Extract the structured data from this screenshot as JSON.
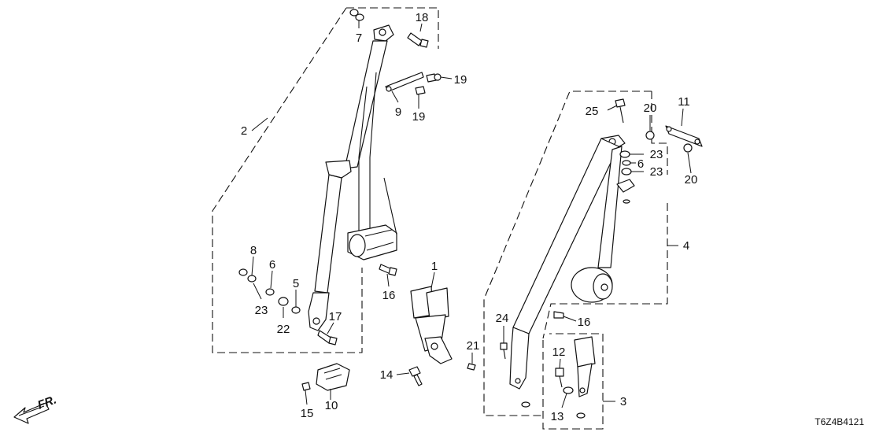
{
  "diagram_code": "T6Z4B4121",
  "direction_label": "FR.",
  "callouts": [
    {
      "id": "c18",
      "text": "18"
    },
    {
      "id": "c7",
      "text": "7"
    },
    {
      "id": "c19a",
      "text": "19"
    },
    {
      "id": "c9",
      "text": "9"
    },
    {
      "id": "c19b",
      "text": "19"
    },
    {
      "id": "c2",
      "text": "2"
    },
    {
      "id": "c8",
      "text": "8"
    },
    {
      "id": "c6a",
      "text": "6"
    },
    {
      "id": "c5",
      "text": "5"
    },
    {
      "id": "c23a",
      "text": "23"
    },
    {
      "id": "c22",
      "text": "22"
    },
    {
      "id": "c17",
      "text": "17"
    },
    {
      "id": "c1",
      "text": "1"
    },
    {
      "id": "c16a",
      "text": "16"
    },
    {
      "id": "c21",
      "text": "21"
    },
    {
      "id": "c14",
      "text": "14"
    },
    {
      "id": "c15",
      "text": "15"
    },
    {
      "id": "c10",
      "text": "10"
    },
    {
      "id": "c25",
      "text": "25"
    },
    {
      "id": "c20a",
      "text": "20"
    },
    {
      "id": "c11",
      "text": "11"
    },
    {
      "id": "c23b",
      "text": "23"
    },
    {
      "id": "c6b",
      "text": "6"
    },
    {
      "id": "c23c",
      "text": "23"
    },
    {
      "id": "c20b",
      "text": "20"
    },
    {
      "id": "c4",
      "text": "4"
    },
    {
      "id": "c16b",
      "text": "16"
    },
    {
      "id": "c24",
      "text": "24"
    },
    {
      "id": "c12",
      "text": "12"
    },
    {
      "id": "c13",
      "text": "13"
    },
    {
      "id": "c3",
      "text": "3"
    }
  ]
}
